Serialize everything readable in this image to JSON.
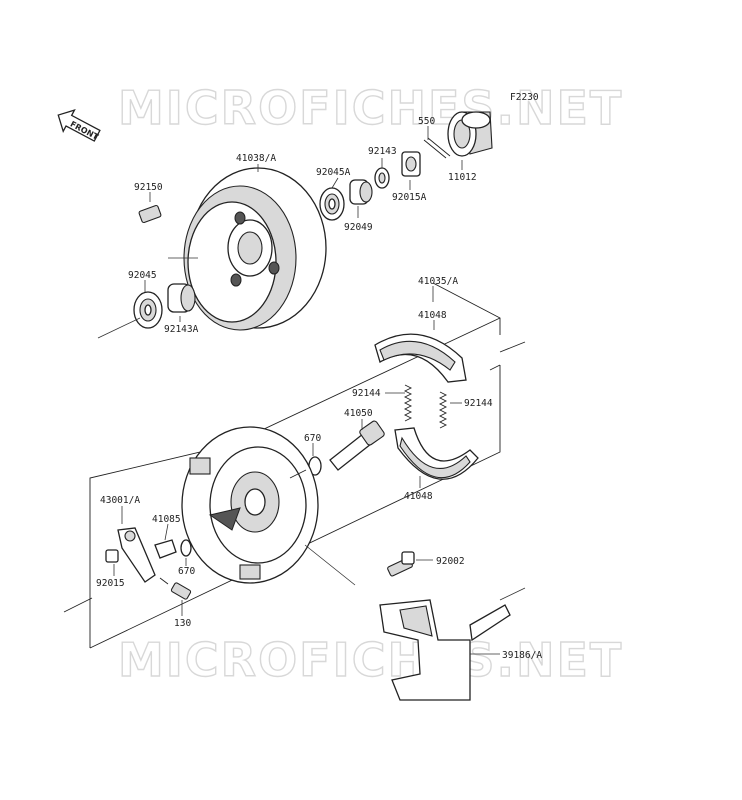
{
  "diagram_code": "F2230",
  "watermark": "MICROFICHES.NET",
  "front_label": "FRONT",
  "parts": [
    {
      "id": "p550",
      "label": "550"
    },
    {
      "id": "p11012",
      "label": "11012"
    },
    {
      "id": "p92143",
      "label": "92143"
    },
    {
      "id": "p92045A",
      "label": "92045A"
    },
    {
      "id": "p92015A",
      "label": "92015A"
    },
    {
      "id": "p92049",
      "label": "92049"
    },
    {
      "id": "p41038A",
      "label": "41038/A"
    },
    {
      "id": "p92150",
      "label": "92150"
    },
    {
      "id": "p92045",
      "label": "92045"
    },
    {
      "id": "p92143A",
      "label": "92143A"
    },
    {
      "id": "p41035A",
      "label": "41035/A"
    },
    {
      "id": "p41048top",
      "label": "41048"
    },
    {
      "id": "p92144L",
      "label": "92144"
    },
    {
      "id": "p92144R",
      "label": "92144"
    },
    {
      "id": "p41050",
      "label": "41050"
    },
    {
      "id": "p670a",
      "label": "670"
    },
    {
      "id": "p41048bot",
      "label": "41048"
    },
    {
      "id": "p43001A",
      "label": "43001/A"
    },
    {
      "id": "p41085",
      "label": "41085"
    },
    {
      "id": "p670b",
      "label": "670"
    },
    {
      "id": "p92015",
      "label": "92015"
    },
    {
      "id": "p130",
      "label": "130"
    },
    {
      "id": "p92002",
      "label": "92002"
    },
    {
      "id": "p39186A",
      "label": "39186/A"
    }
  ]
}
